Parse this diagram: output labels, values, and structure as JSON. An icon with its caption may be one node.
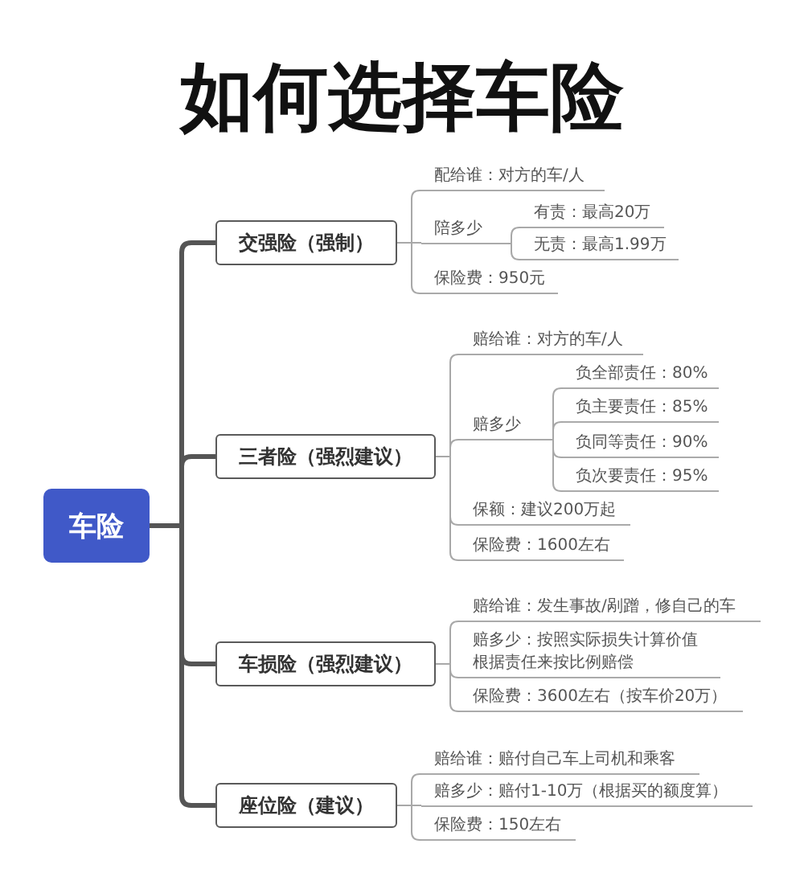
{
  "diagram": {
    "title": "如何选择车险",
    "nodes": [
      {
        "text": [
          "车险"
        ]
      },
      {
        "text": [
          "交强险（强制）"
        ]
      },
      {
        "text": [
          "配给谁：对方的车/人"
        ]
      },
      {
        "text": [
          "陪多少"
        ]
      },
      {
        "text": [
          "有责：最高20万"
        ]
      },
      {
        "text": [
          "无责：最高1.99万"
        ]
      },
      {
        "text": [
          "保险费：950元"
        ]
      },
      {
        "text": [
          "三者险（强烈建议）"
        ]
      },
      {
        "text": [
          "赔给谁：对方的车/人"
        ]
      },
      {
        "text": [
          "赔多少"
        ]
      },
      {
        "text": [
          "负全部责任：80%"
        ]
      },
      {
        "text": [
          "负主要责任：85%"
        ]
      },
      {
        "text": [
          "负同等责任：90%"
        ]
      },
      {
        "text": [
          "负次要责任：95%"
        ]
      },
      {
        "text": [
          "保额：建议200万起"
        ]
      },
      {
        "text": [
          "保险费：1600左右"
        ]
      },
      {
        "text": [
          "车损险（强烈建议）"
        ]
      },
      {
        "text": [
          "赔给谁：发生事故/剐蹭，修自己的车"
        ]
      },
      {
        "text": [
          "赔多少：按照实际损失计算价值根据责任来按比例赔偿"
        ]
      },
      {
        "text": [
          "保险费：3600左右（按车价20万）"
        ]
      },
      {
        "text": [
          "座位险（建议）"
        ]
      },
      {
        "text": [
          "赔给谁：赔付自己车上司机和乘客"
        ]
      },
      {
        "text": [
          "赔多少：赔付1-10万（根据买的额度算）"
        ]
      },
      {
        "text": [
          "保险费：150左右"
        ]
      }
    ],
    "edges": [
      {
        "from": 0,
        "to": 1,
        "arrow": "none",
        "style": "thick",
        "color": "#555555"
      },
      {
        "from": 0,
        "to": 7,
        "arrow": "none",
        "style": "thick",
        "color": "#555555"
      },
      {
        "from": 0,
        "to": 16,
        "arrow": "none",
        "style": "thick",
        "color": "#555555"
      },
      {
        "from": 0,
        "to": 20,
        "arrow": "none",
        "style": "thick",
        "color": "#555555"
      },
      {
        "from": 1,
        "to": 2,
        "arrow": "none"
      },
      {
        "from": 1,
        "to": 3,
        "arrow": "none"
      },
      {
        "from": 1,
        "to": 6,
        "arrow": "none"
      },
      {
        "from": 3,
        "to": 4,
        "arrow": "none"
      },
      {
        "from": 3,
        "to": 5,
        "arrow": "none"
      },
      {
        "from": 7,
        "to": 8,
        "arrow": "none"
      },
      {
        "from": 7,
        "to": 9,
        "arrow": "none"
      },
      {
        "from": 7,
        "to": 14,
        "arrow": "none"
      },
      {
        "from": 7,
        "to": 15,
        "arrow": "none"
      },
      {
        "from": 9,
        "to": 10,
        "arrow": "none"
      },
      {
        "from": 9,
        "to": 11,
        "arrow": "none"
      },
      {
        "from": 9,
        "to": 12,
        "arrow": "none"
      },
      {
        "from": 9,
        "to": 13,
        "arrow": "none"
      },
      {
        "from": 16,
        "to": 17,
        "arrow": "none"
      },
      {
        "from": 16,
        "to": 18,
        "arrow": "none"
      },
      {
        "from": 16,
        "to": 19,
        "arrow": "none"
      },
      {
        "from": 20,
        "to": 21,
        "arrow": "none"
      },
      {
        "from": 20,
        "to": 22,
        "arrow": "none"
      },
      {
        "from": 20,
        "to": 23,
        "arrow": "none"
      }
    ]
  }
}
